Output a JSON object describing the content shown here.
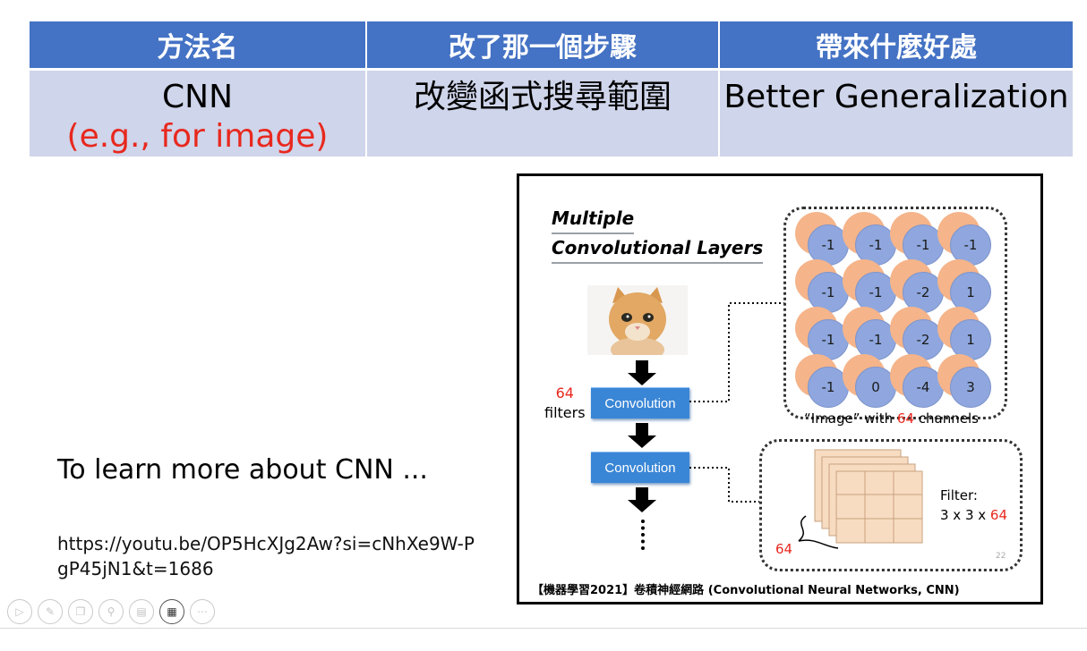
{
  "table": {
    "headers": [
      "方法名",
      "改了那一個步驟",
      "帶來什麼好處"
    ],
    "row": {
      "method": "CNN",
      "method_note": "(e.g., for image)",
      "step": "改變函式搜尋範圍",
      "benefit": "Better Generalization"
    }
  },
  "left": {
    "learn_more": "To learn more about CNN ...",
    "link": "https://youtu.be/OP5HcXJg2Aw?si=cNhXe9W-PgP45jN1&t=1686"
  },
  "slide": {
    "title_line1": "Multiple",
    "title_line2": "Convolutional Layers",
    "conv1_label": "Convolution",
    "conv2_label": "Convolution",
    "filters_count": "64",
    "filters_word": "filters",
    "grid_values": [
      [
        "-1",
        "-1",
        "-1",
        "-1"
      ],
      [
        "-1",
        "-1",
        "-2",
        "1"
      ],
      [
        "-1",
        "-1",
        "-2",
        "1"
      ],
      [
        "-1",
        "0",
        "-4",
        "3"
      ]
    ],
    "image_caption_pre": "“Image” with ",
    "image_caption_num": "64",
    "image_caption_post": " channels",
    "filter_label_line1": "Filter:",
    "filter_label_pre": "3 x 3 x ",
    "filter_label_num": "64",
    "depth_label": "64",
    "page_number": "22",
    "caption": "【機器學習2021】卷積神經網路 (Convolutional Neural Networks, CNN)"
  },
  "toolbar": {
    "buttons": [
      "play-icon",
      "pen-icon",
      "copy-icon",
      "zoom-icon",
      "subtitle-icon",
      "camera-icon",
      "more-icon"
    ]
  },
  "colors": {
    "header_bg": "#4472c4",
    "row_bg": "#cfd5ea",
    "accent_red": "#e8281e",
    "conv_blue": "#3a86d6"
  }
}
